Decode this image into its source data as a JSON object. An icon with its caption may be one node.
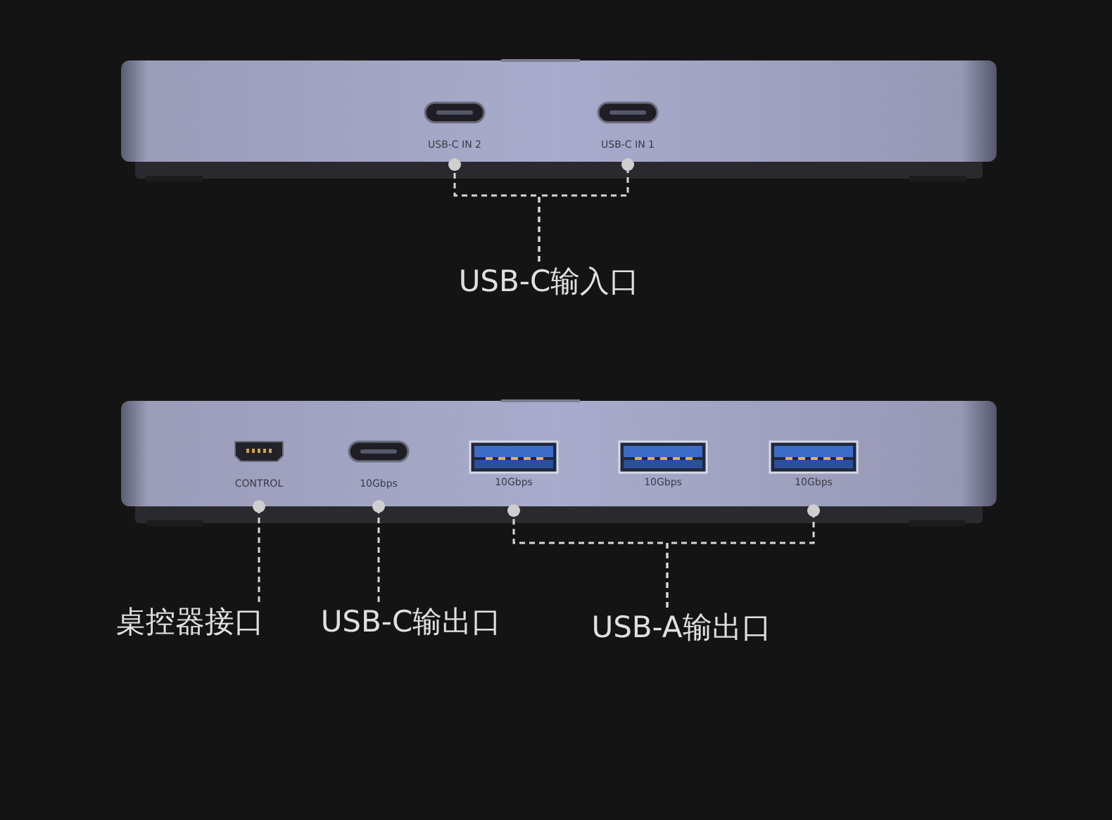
{
  "diagram": {
    "nodes": [
      {
        "text": [
          "USB-C IN 2"
        ]
      },
      {
        "text": [
          "USB-C IN 1"
        ]
      },
      {
        "text": [
          "USB-C输入口"
        ]
      },
      {
        "text": [
          "CONTROL"
        ]
      },
      {
        "text": [
          "10Gbps"
        ]
      },
      {
        "text": [
          "10Gbps"
        ]
      },
      {
        "text": [
          "10Gbps"
        ]
      },
      {
        "text": [
          "10Gbps"
        ]
      },
      {
        "text": [
          "桌控器接口"
        ]
      },
      {
        "text": [
          "USB-C输出口"
        ]
      },
      {
        "text": [
          "USB-A输出口"
        ]
      }
    ],
    "edges": [
      {
        "from": 2,
        "to": 0,
        "arrow": "other",
        "style": "dashed"
      },
      {
        "from": 2,
        "to": 1,
        "arrow": "other",
        "style": "dashed"
      },
      {
        "from": 8,
        "to": 3,
        "arrow": "other",
        "style": "dashed"
      },
      {
        "from": 9,
        "to": 4,
        "arrow": "other",
        "style": "dashed"
      },
      {
        "from": 10,
        "to": 5,
        "arrow": "other",
        "style": "dashed"
      },
      {
        "from": 10,
        "to": 7,
        "arrow": "other",
        "style": "dashed"
      }
    ]
  }
}
